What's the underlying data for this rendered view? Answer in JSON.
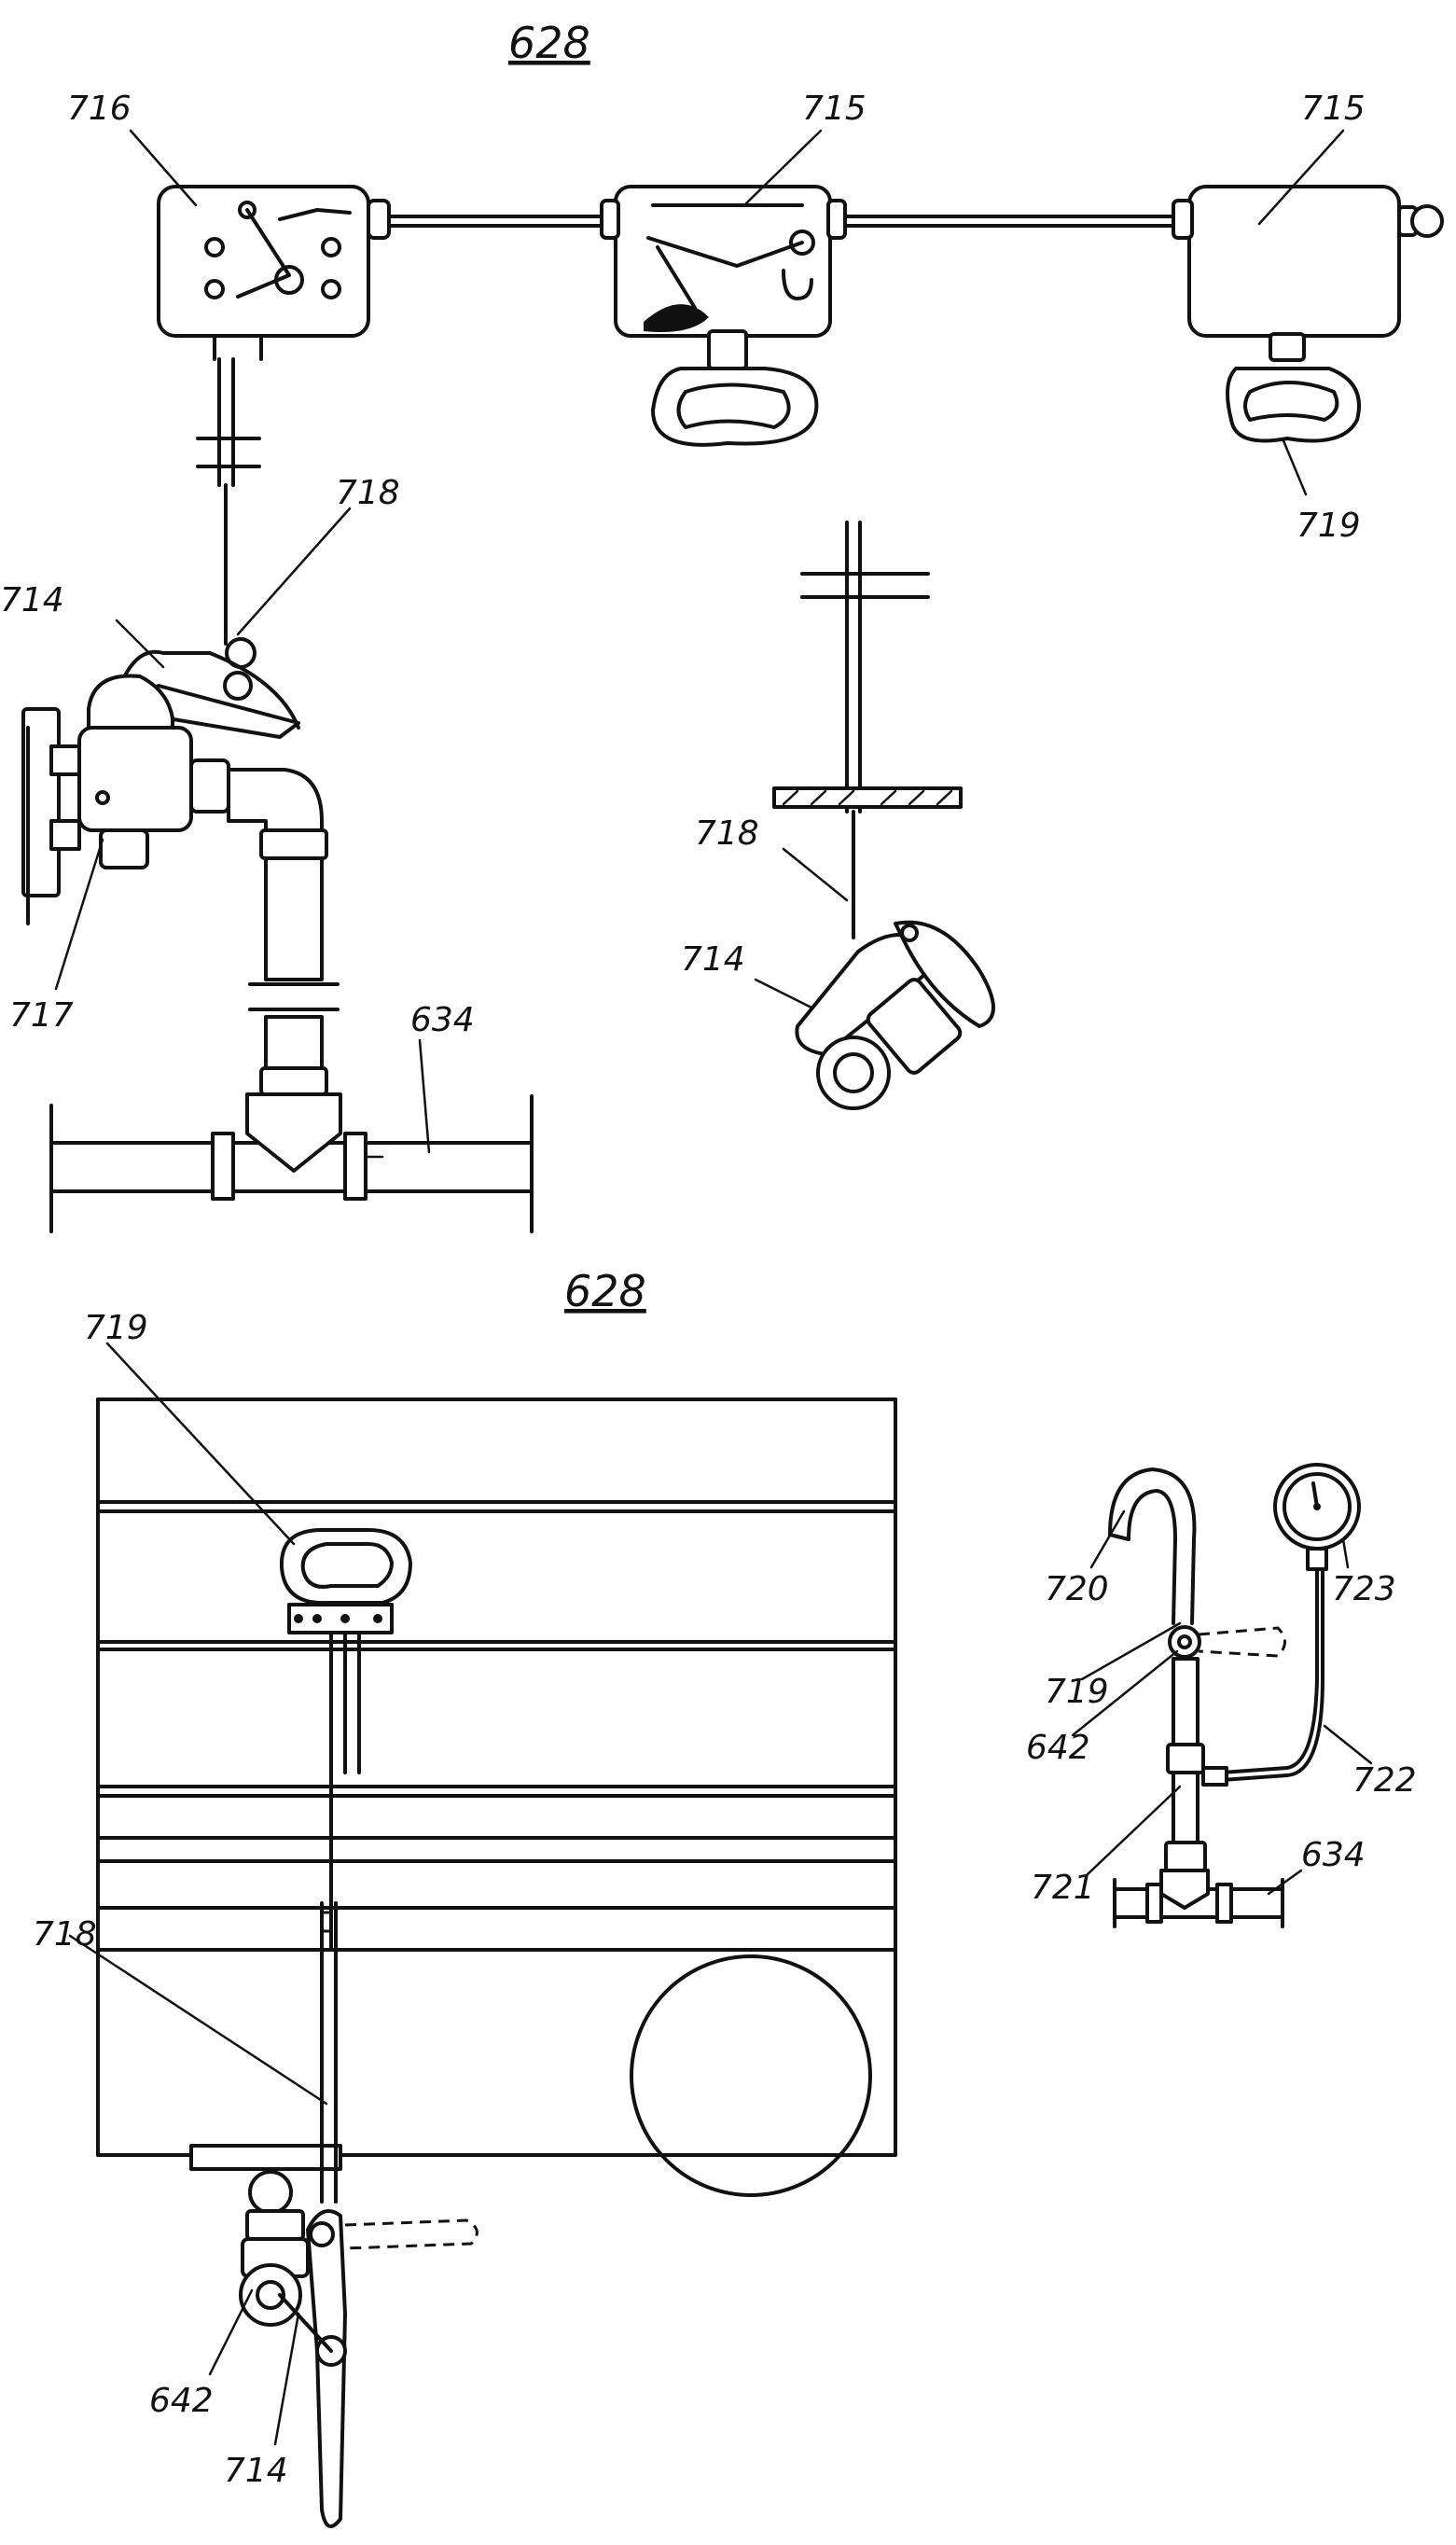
{
  "figure": {
    "top_title": "628",
    "bottom_title": "628"
  },
  "labels": {
    "l716": "716",
    "l715a": "715",
    "l715b": "715",
    "l719a": "719",
    "l718a": "718",
    "l714a": "714",
    "l717": "717",
    "l634a": "634",
    "l718b": "718",
    "l714b": "714",
    "l719b": "719",
    "l718c": "718",
    "l642a": "642",
    "l714c": "714",
    "l720": "720",
    "l723": "723",
    "l719c": "719",
    "l642b": "642",
    "l722": "722",
    "l721": "721",
    "l634b": "634"
  }
}
